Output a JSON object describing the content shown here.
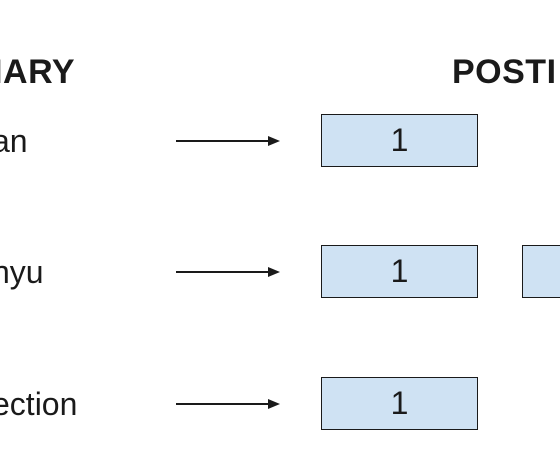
{
  "headings": {
    "dictionary": "NARY",
    "postings": "POSTI"
  },
  "rows": [
    {
      "term": "an",
      "postings": [
        "1"
      ]
    },
    {
      "term": "nyu",
      "postings": [
        "1",
        ""
      ]
    },
    {
      "term": "ection",
      "postings": [
        "1"
      ]
    }
  ],
  "colors": {
    "posting_fill": "#cfe2f3",
    "stroke": "#1a1a1a"
  }
}
